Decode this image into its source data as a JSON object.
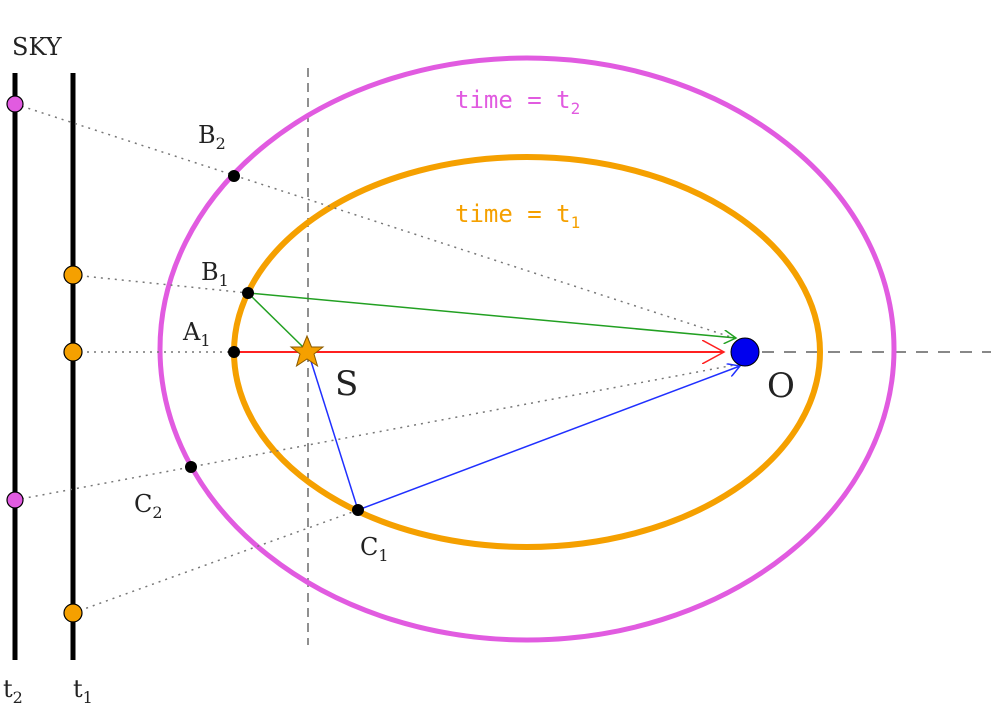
{
  "title": "SKY",
  "colors": {
    "outer_orbit": "#e15be0",
    "inner_orbit": "#f5a000",
    "green": "#22a022",
    "red": "#ff2020",
    "blue": "#2030ff",
    "observer": "#0000ee",
    "star": "#f5a000"
  },
  "orbit_labels": {
    "outer": {
      "main": "time = t",
      "sub": "2"
    },
    "inner": {
      "main": "time = t",
      "sub": "1"
    }
  },
  "points": {
    "B2": {
      "main": "B",
      "sub": "2"
    },
    "B1": {
      "main": "B",
      "sub": "1"
    },
    "A1": {
      "main": "A",
      "sub": "1"
    },
    "C1": {
      "main": "C",
      "sub": "1"
    },
    "C2": {
      "main": "C",
      "sub": "2"
    },
    "S": "S",
    "O": "O"
  },
  "sky_axes": {
    "t2": {
      "main": "t",
      "sub": "2"
    },
    "t1": {
      "main": "t",
      "sub": "1"
    }
  }
}
